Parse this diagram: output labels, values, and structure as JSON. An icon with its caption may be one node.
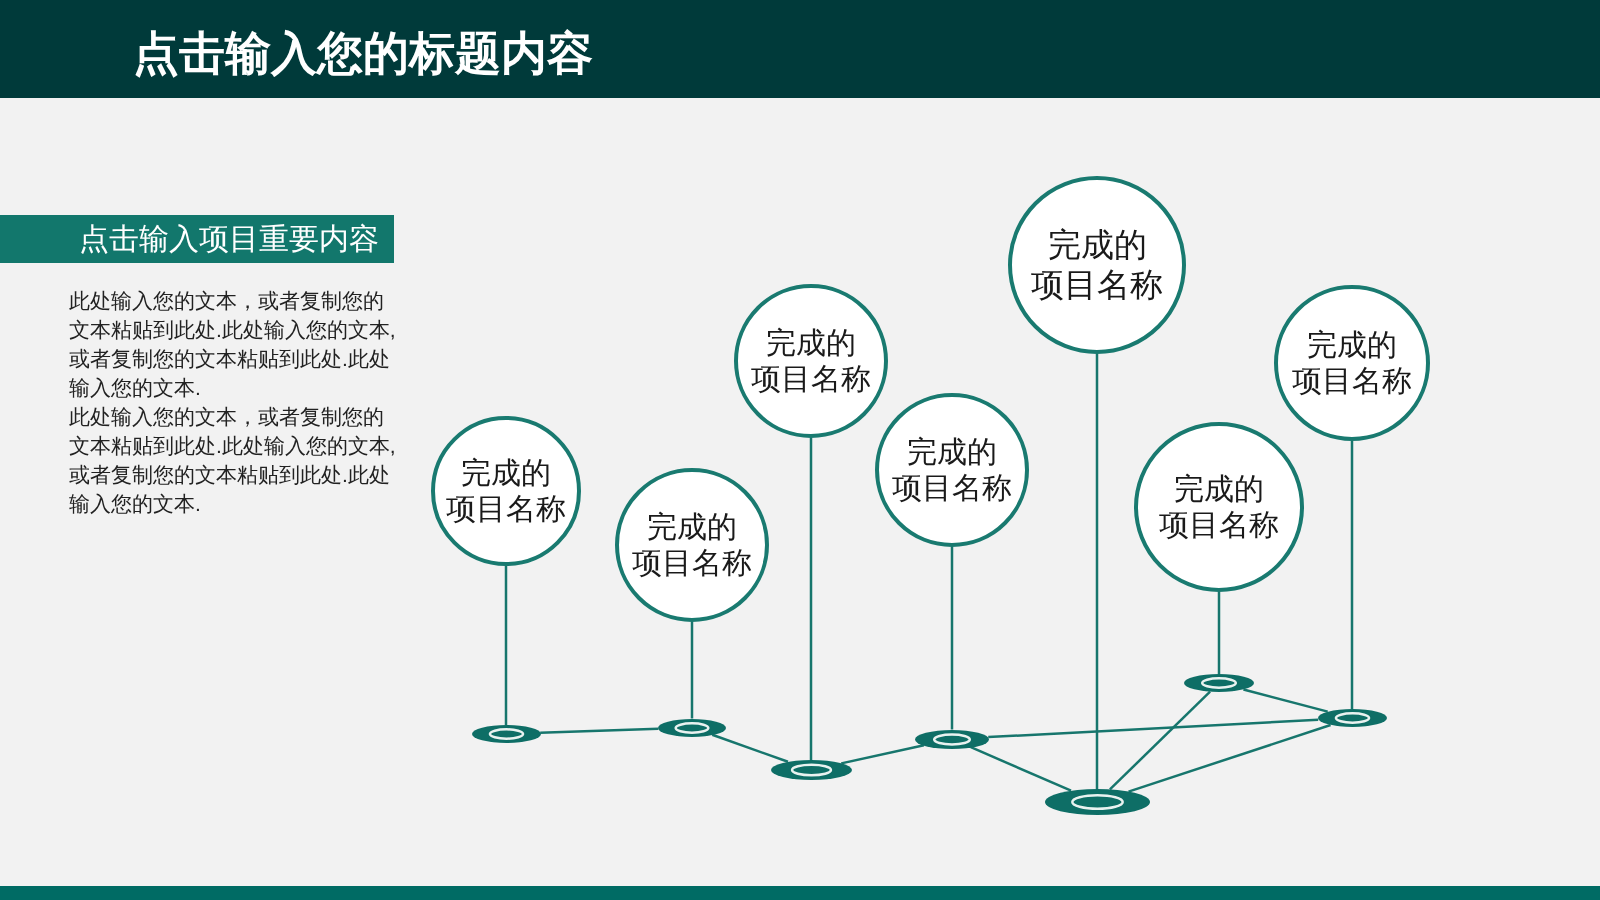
{
  "diagram": {
    "title": "点击输入您的标题内容",
    "nodes": [
      {
        "text": [
          "点击输入项目重要内容"
        ]
      },
      {
        "text": [
          "完成的项目名称"
        ]
      },
      {
        "text": [
          "完成的项目名称"
        ]
      },
      {
        "text": [
          "完成的项目名称"
        ]
      },
      {
        "text": [
          "完成的项目名称"
        ]
      },
      {
        "text": [
          "完成的项目名称"
        ]
      },
      {
        "text": [
          "完成的项目名称"
        ]
      },
      {
        "text": [
          "完成的项目名称"
        ]
      },
      {
        "text": [],
        "shape": "ellipse"
      },
      {
        "text": [],
        "shape": "ellipse"
      },
      {
        "text": [],
        "shape": "ellipse"
      },
      {
        "text": [],
        "shape": "ellipse"
      },
      {
        "text": [],
        "shape": "ellipse"
      },
      {
        "text": [],
        "shape": "ellipse"
      },
      {
        "text": [],
        "shape": "ellipse"
      }
    ],
    "edges": [
      {
        "from": 1,
        "to": 8,
        "arrow": "none"
      },
      {
        "from": 2,
        "to": 9,
        "arrow": "none"
      },
      {
        "from": 3,
        "to": 10,
        "arrow": "none"
      },
      {
        "from": 4,
        "to": 11,
        "arrow": "none"
      },
      {
        "from": 5,
        "to": 12,
        "arrow": "none"
      },
      {
        "from": 6,
        "to": 13,
        "arrow": "none"
      },
      {
        "from": 7,
        "to": 14,
        "arrow": "none"
      },
      {
        "from": 8,
        "to": 9,
        "arrow": "none"
      },
      {
        "from": 9,
        "to": 10,
        "arrow": "none"
      },
      {
        "from": 10,
        "to": 11,
        "arrow": "none"
      },
      {
        "from": 11,
        "to": 12,
        "arrow": "none"
      },
      {
        "from": 11,
        "to": 14,
        "arrow": "none"
      },
      {
        "from": 13,
        "to": 14,
        "arrow": "none"
      },
      {
        "from": 12,
        "to": 13,
        "arrow": "none"
      },
      {
        "from": 12,
        "to": 14,
        "arrow": "none"
      }
    ],
    "labels": [
      "此处输入您的文本，或者复制您的文本粘贴到此处.此处输入您的文本,或者复制您的文本粘贴到此处.此处输入您的文本.",
      "此处输入您的文本，或者复制您的文本粘贴到此处.此处输入您的文本,或者复制您的文本粘贴到此处.此处输入您的文本."
    ]
  }
}
